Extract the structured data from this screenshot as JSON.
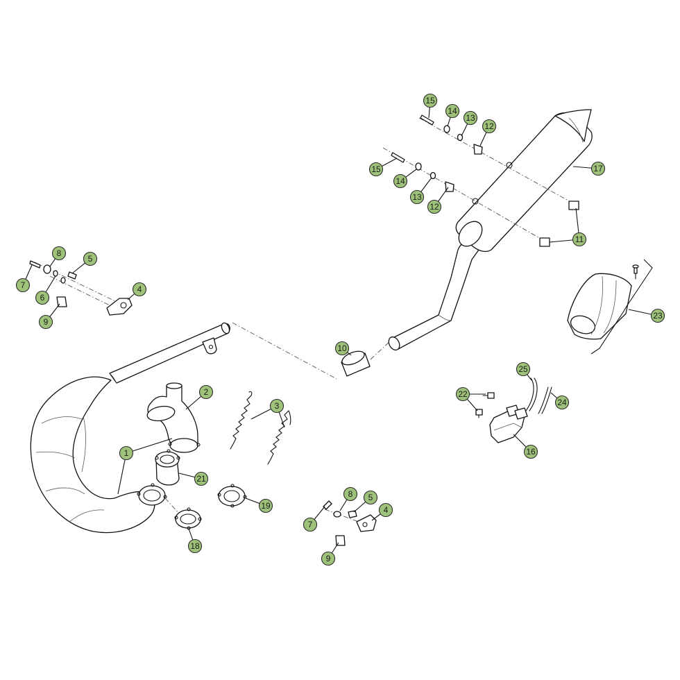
{
  "diagram": {
    "type": "exploded-parts-diagram",
    "subject": "exhaust system",
    "callouts": [
      {
        "id": "c1",
        "label": "1"
      },
      {
        "id": "c2",
        "label": "2"
      },
      {
        "id": "c3",
        "label": "3"
      },
      {
        "id": "c4a",
        "label": "4"
      },
      {
        "id": "c4b",
        "label": "4"
      },
      {
        "id": "c5a",
        "label": "5"
      },
      {
        "id": "c5b",
        "label": "5"
      },
      {
        "id": "c6",
        "label": "6"
      },
      {
        "id": "c7a",
        "label": "7"
      },
      {
        "id": "c7b",
        "label": "7"
      },
      {
        "id": "c8a",
        "label": "8"
      },
      {
        "id": "c8b",
        "label": "8"
      },
      {
        "id": "c9a",
        "label": "9"
      },
      {
        "id": "c9b",
        "label": "9"
      },
      {
        "id": "c10",
        "label": "10"
      },
      {
        "id": "c11",
        "label": "11"
      },
      {
        "id": "c12a",
        "label": "12"
      },
      {
        "id": "c12b",
        "label": "12"
      },
      {
        "id": "c13a",
        "label": "13"
      },
      {
        "id": "c13b",
        "label": "13"
      },
      {
        "id": "c14a",
        "label": "14"
      },
      {
        "id": "c14b",
        "label": "14"
      },
      {
        "id": "c15a",
        "label": "15"
      },
      {
        "id": "c15b",
        "label": "15"
      },
      {
        "id": "c16",
        "label": "16"
      },
      {
        "id": "c17",
        "label": "17"
      },
      {
        "id": "c18",
        "label": "18"
      },
      {
        "id": "c19",
        "label": "19"
      },
      {
        "id": "c21",
        "label": "21"
      },
      {
        "id": "c22",
        "label": "22"
      },
      {
        "id": "c23",
        "label": "23"
      },
      {
        "id": "c24",
        "label": "24"
      },
      {
        "id": "c25",
        "label": "25"
      }
    ],
    "colors": {
      "callout_fill": "#9ec27a",
      "line": "#111111",
      "background": "#ffffff"
    }
  }
}
